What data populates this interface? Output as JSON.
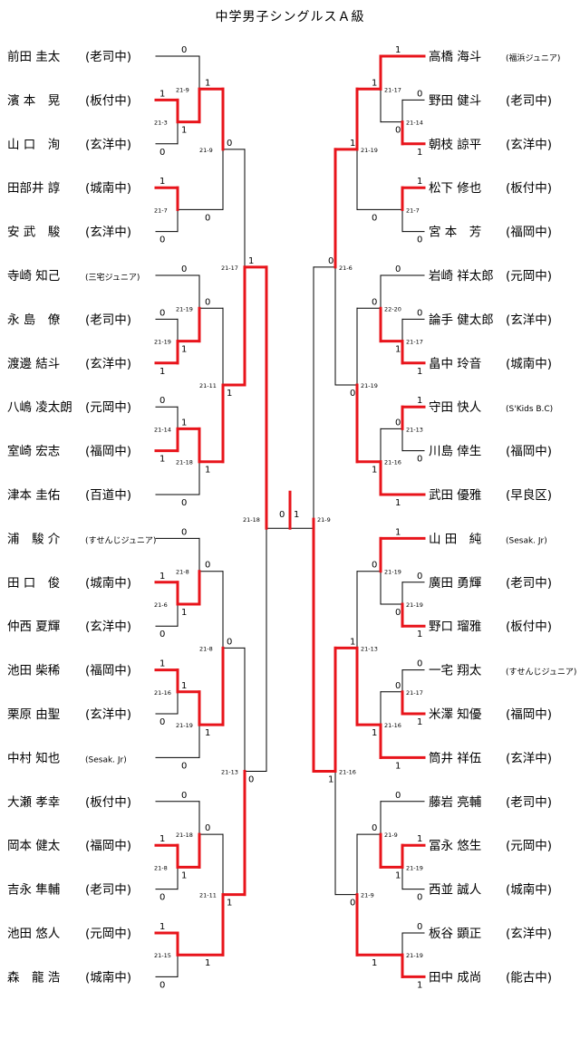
{
  "title": "中学男子シングルスＡ級",
  "colors": {
    "winner_line": "#e8141b",
    "loser_line": "#000000",
    "text": "#000000"
  },
  "left_players": [
    {
      "name": "前田 圭太",
      "team": "(老司中)"
    },
    {
      "name": "濱 本　晃",
      "team": "(板付中)"
    },
    {
      "name": "山 口　洵",
      "team": "(玄洋中)"
    },
    {
      "name": "田部井 諄",
      "team": "(城南中)"
    },
    {
      "name": "安 武　駿",
      "team": "(玄洋中)"
    },
    {
      "name": "寺崎 知己",
      "team": "(三宅ジュニア)",
      "small": true
    },
    {
      "name": "永 島　僚",
      "team": "(老司中)"
    },
    {
      "name": "渡邊 結斗",
      "team": "(玄洋中)"
    },
    {
      "name": "八嶋 凌太朗",
      "team": "(元岡中)"
    },
    {
      "name": "室崎 宏志",
      "team": "(福岡中)"
    },
    {
      "name": "津本 圭佑",
      "team": "(百道中)"
    },
    {
      "name": "浦　駿 介",
      "team": "(すせんじジュニア)",
      "small": true
    },
    {
      "name": "田 口　俊",
      "team": "(城南中)"
    },
    {
      "name": "仲西 夏輝",
      "team": "(玄洋中)"
    },
    {
      "name": "池田 柴稀",
      "team": "(福岡中)"
    },
    {
      "name": "栗原 由聖",
      "team": "(玄洋中)"
    },
    {
      "name": "中村 知也",
      "team": "(Sesak. Jr)",
      "small": true
    },
    {
      "name": "大瀬 孝幸",
      "team": "(板付中)"
    },
    {
      "name": "岡本 健太",
      "team": "(福岡中)"
    },
    {
      "name": "吉永 隼輔",
      "team": "(老司中)"
    },
    {
      "name": "池田 悠人",
      "team": "(元岡中)"
    },
    {
      "name": "森　龍 浩",
      "team": "(城南中)"
    }
  ],
  "right_players": [
    {
      "name": "高橋 海斗",
      "team": "(福浜ジュニア)",
      "small": true
    },
    {
      "name": "野田 健斗",
      "team": "(老司中)"
    },
    {
      "name": "朝枝 諒平",
      "team": "(玄洋中)"
    },
    {
      "name": "松下 修也",
      "team": "(板付中)"
    },
    {
      "name": "宮 本　芳",
      "team": "(福岡中)"
    },
    {
      "name": "岩崎 祥太郎",
      "team": "(元岡中)"
    },
    {
      "name": "論手 健太郎",
      "team": "(玄洋中)"
    },
    {
      "name": "畠中 玲音",
      "team": "(城南中)"
    },
    {
      "name": "守田 快人",
      "team": "(S'Kids B.C)",
      "small": true
    },
    {
      "name": "川島 倖生",
      "team": "(福岡中)"
    },
    {
      "name": "武田 優雅",
      "team": "(早良区)"
    },
    {
      "name": "山 田　純",
      "team": "(Sesak. Jr)",
      "small": true
    },
    {
      "name": "廣田 勇輝",
      "team": "(老司中)"
    },
    {
      "name": "野口 瑠雅",
      "team": "(板付中)"
    },
    {
      "name": "一宅 翔太",
      "team": "(すせんじジュニア)",
      "small": true
    },
    {
      "name": "米澤 知優",
      "team": "(福岡中)"
    },
    {
      "name": "筒井 祥伍",
      "team": "(玄洋中)"
    },
    {
      "name": "藤岩 亮輔",
      "team": "(老司中)"
    },
    {
      "name": "冨永 悠生",
      "team": "(元岡中)"
    },
    {
      "name": "西並 誠人",
      "team": "(城南中)"
    },
    {
      "name": "板谷 顕正",
      "team": "(玄洋中)"
    },
    {
      "name": "田中 成尚",
      "team": "(能古中)"
    }
  ],
  "scores": [
    "21-3",
    "21-9",
    "21-7",
    "21-9",
    "21-19",
    "21-19",
    "21-14",
    "21-18",
    "21-11",
    "21-17",
    "21-6",
    "21-8",
    "21-16",
    "21-19",
    "21-8",
    "21-8",
    "21-18",
    "21-15",
    "21-11",
    "21-13",
    "21-18",
    "21-14",
    "21-17",
    "21-7",
    "21-19",
    "21-17",
    "22-20",
    "21-13",
    "21-16",
    "21-19",
    "21-6",
    "21-19",
    "21-19",
    "21-17",
    "21-16",
    "21-13",
    "21-19",
    "21-9",
    "21-19",
    "21-9",
    "21-16",
    "21-9"
  ],
  "marks": {
    "win": "1",
    "loss": "0",
    "walkover": "×"
  }
}
